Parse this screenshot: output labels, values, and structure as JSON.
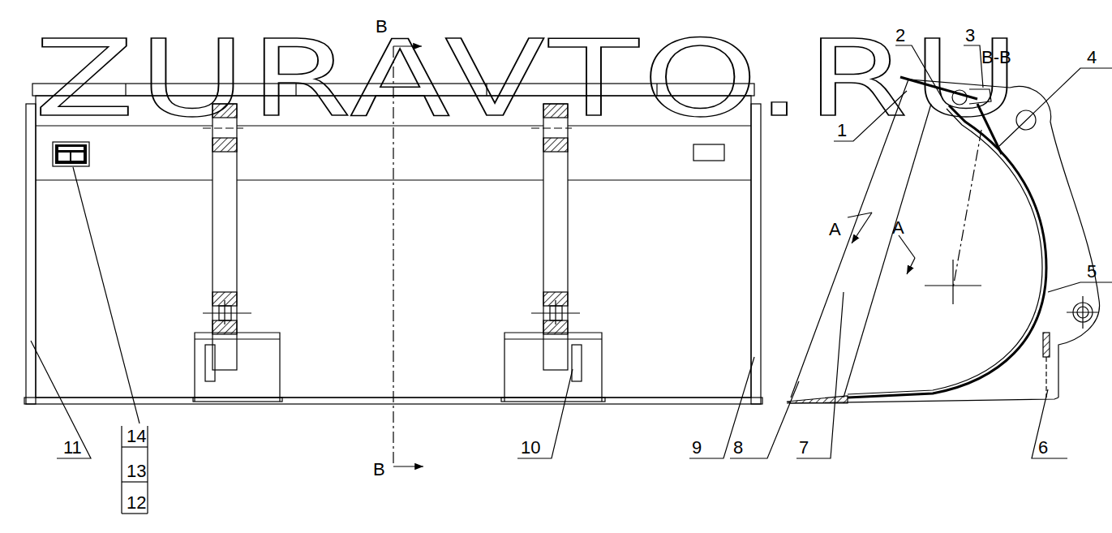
{
  "diagram": {
    "labels": [
      "ZURAVTO.RU",
      "B",
      "2",
      "3",
      "B-B",
      "1",
      "4",
      "A",
      "5",
      "A",
      "11",
      "14",
      "13",
      "12",
      "B",
      "10",
      "9",
      "8",
      "7",
      "6"
    ]
  }
}
